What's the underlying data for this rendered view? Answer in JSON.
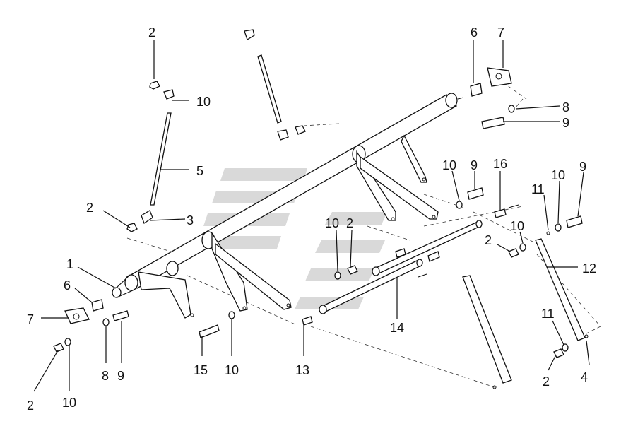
{
  "callouts": [
    {
      "id": "c1",
      "text": "1"
    },
    {
      "id": "c2a",
      "text": "2"
    },
    {
      "id": "c2b",
      "text": "2"
    },
    {
      "id": "c2c",
      "text": "2"
    },
    {
      "id": "c2d",
      "text": "2"
    },
    {
      "id": "c2e",
      "text": "2"
    },
    {
      "id": "c2f",
      "text": "2"
    },
    {
      "id": "c3",
      "text": "3"
    },
    {
      "id": "c4",
      "text": "4"
    },
    {
      "id": "c5",
      "text": "5"
    },
    {
      "id": "c6a",
      "text": "6"
    },
    {
      "id": "c6b",
      "text": "6"
    },
    {
      "id": "c7a",
      "text": "7"
    },
    {
      "id": "c7b",
      "text": "7"
    },
    {
      "id": "c8a",
      "text": "8"
    },
    {
      "id": "c8b",
      "text": "8"
    },
    {
      "id": "c9a",
      "text": "9"
    },
    {
      "id": "c9b",
      "text": "9"
    },
    {
      "id": "c9c",
      "text": "9"
    },
    {
      "id": "c9d",
      "text": "9"
    },
    {
      "id": "c10a",
      "text": "10"
    },
    {
      "id": "c10b",
      "text": "10"
    },
    {
      "id": "c10c",
      "text": "10"
    },
    {
      "id": "c10d",
      "text": "10"
    },
    {
      "id": "c10e",
      "text": "10"
    },
    {
      "id": "c10f",
      "text": "10"
    },
    {
      "id": "c10g",
      "text": "10"
    },
    {
      "id": "c11a",
      "text": "11"
    },
    {
      "id": "c11b",
      "text": "11"
    },
    {
      "id": "c12",
      "text": "12"
    },
    {
      "id": "c13",
      "text": "13"
    },
    {
      "id": "c14",
      "text": "14"
    },
    {
      "id": "c15",
      "text": "15"
    },
    {
      "id": "c16",
      "text": "16"
    }
  ],
  "watermark": {
    "style": "striped-logo",
    "color": "#d9d9d9"
  }
}
